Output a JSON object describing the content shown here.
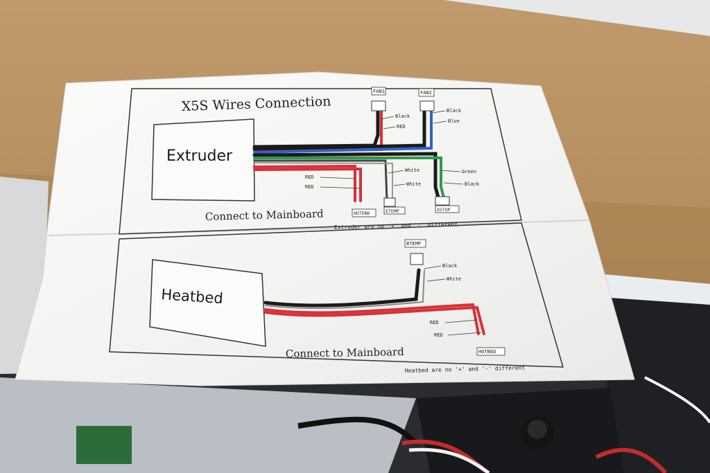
{
  "sheet": {
    "title": "X5S Wires Connection",
    "upper": {
      "extruder_label": "Extruder",
      "connect_text": "Connect to Mainboard",
      "polarity_note": "Extruder are no '+' and '-' different",
      "connectors": {
        "fan1": "FAN1",
        "fan2": "FAN2",
        "hotend": "HOTEND",
        "etemp": "ETEMP",
        "xstop": "XSTOP"
      },
      "wire_labels": {
        "fan1_a": "Black",
        "fan1_b": "RED",
        "fan2_a": "Black",
        "fan2_b": "Blue",
        "hotend_a": "RED",
        "hotend_b": "RED",
        "etemp_a": "White",
        "etemp_b": "White",
        "xstop_a": "Green",
        "xstop_b": "Black"
      }
    },
    "lower": {
      "heatbed_label": "Heatbed",
      "connect_text": "Connect to Mainboard",
      "polarity_note": "Heatbed are no '+' and '-' different",
      "connectors": {
        "btemp": "BTEMP",
        "hotbed": "HOTBED"
      },
      "wire_labels": {
        "btemp_a": "Black",
        "btemp_b": "White",
        "hotbed_a": "RED",
        "hotbed_b": "RED"
      }
    }
  },
  "colors": {
    "wire_red": "#d8313a",
    "wire_black": "#1b1b1b",
    "wire_blue": "#2f63c7",
    "wire_green": "#2e9a4a",
    "cardboard": "#b58c5e",
    "paper": "#f6f6f4"
  }
}
